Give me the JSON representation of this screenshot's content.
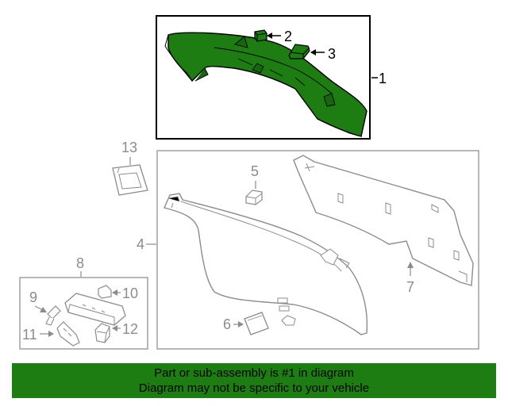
{
  "colors": {
    "highlight_fill": "#1e7d12",
    "part_outline": "#000000",
    "faded_part": "#8c8c8c",
    "box_outline": "#a0a0a0",
    "banner_background": "#1e7d12",
    "banner_text": "#000000"
  },
  "callouts": {
    "part_1": "1",
    "part_2": "2",
    "part_3": "3",
    "part_4": "4",
    "part_5": "5",
    "part_6": "6",
    "part_7": "7",
    "part_8": "8",
    "part_9": "9",
    "part_10": "10",
    "part_11": "11",
    "part_12": "12",
    "part_13": "13"
  },
  "banner": {
    "line1": "Part or sub-assembly is #1 in diagram",
    "line2": "Diagram may not be specific to your vehicle"
  }
}
